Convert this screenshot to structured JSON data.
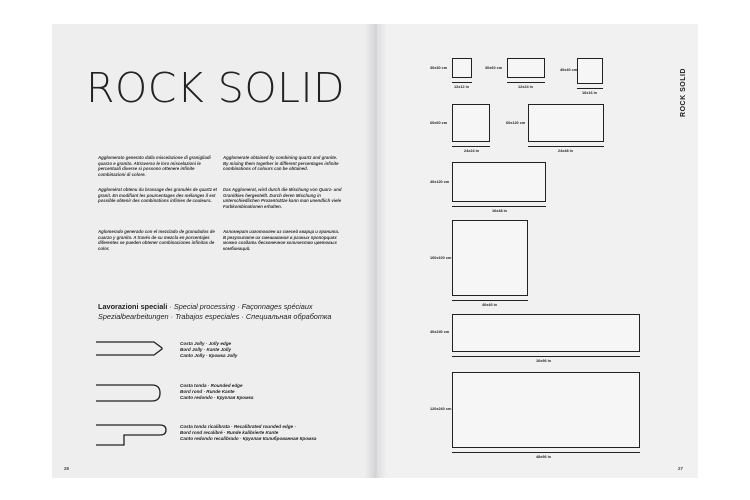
{
  "page": {
    "title": "ROCK SOLID",
    "side_label": "ROCK SOLID",
    "page_left_number": "26",
    "page_right_number": "27"
  },
  "text_blocks": {
    "a1": "Agglomerato generato dalla miscelazione di granigliadi quarzo e granito. Attraverso le loro miscelazioni le percentuali diverse si possono ottenere infinite combinazioni di colore.",
    "b1": "Agglomerate obtained by combining quartz and granite. By mixing them together in different percentages infinite combinations of colours can be obtained.",
    "a2": "Agglomérat obtenu du brassage des granulés de quartz et granit. En modifiant les pourcentages des mélanges il est possible obtenir des combinations infinies de couleurs.",
    "b2": "Das Agglomerat, wird durch die Mischung von Quarz- und Granitkies hergestellt. Durch deren Mischung in unterschiedlichen Prozentsätze kann man unendlich viele Farbkombinationen erhalten.",
    "a3": "Aglomerado generado con el mezclado de granulados de cuarzo y granito. A través de su mezcla en porcentajes diferentes se pueden obtener combinaciones infinitas de color.",
    "b3": "Агломерат изготовлен из смесей кварца и гранита. В результате их смешивания в разных пропорциях можно создать бесконечное количество цветовых комбинаций."
  },
  "processing": {
    "heading_bold": "Lavorazioni speciali",
    "heading_rest": " · Special processing · Façonnages spéciaux",
    "heading_line2": "Spezialbearbeitungen · Trabajos especiales · Специальная обработка",
    "items": [
      {
        "line1": "Costa Jolly · Jolly edge",
        "line2": "Bord Jolly · Kante Jolly",
        "line3": "Canto Jolly · Кромка Jolly"
      },
      {
        "line1": "Costa tonda · Rounded edge",
        "line2": "Bord rond · Runde Kante",
        "line3": "Canto redondo · Круглая Кромка"
      },
      {
        "line1": "Costa tonda ricalibrata · Recalibrated rounded edge ·",
        "line2": "Bord rond recalibré · Runde kalibrierte Kante",
        "line3": "Canto redondo recalibrado · Круглая Калиброванная Кромка"
      }
    ]
  },
  "formats": {
    "f1": {
      "side": "30x30 cm",
      "bottom": "12x12 in"
    },
    "f2": {
      "side": "30x60 cm",
      "bottom": "12x24 in"
    },
    "f3": {
      "side": "40x40 cm",
      "bottom": "16x16 in"
    },
    "f4": {
      "side": "60x60 cm",
      "bottom": "24x24 in"
    },
    "f5": {
      "side": "60x120 cm",
      "bottom": "24x48 in"
    },
    "f6": {
      "side": "40x120 cm",
      "bottom": "16x48 in"
    },
    "f7": {
      "side": "100x100 cm",
      "bottom": "40x40 in"
    },
    "f8": {
      "side": "40x240 cm",
      "bottom": "16x96 in"
    },
    "f9": {
      "side": "120x240 cm",
      "bottom": "48x96 in"
    }
  }
}
